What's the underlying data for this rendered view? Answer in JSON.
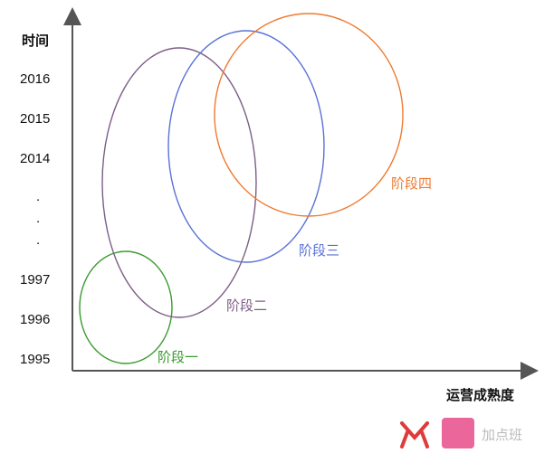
{
  "axes": {
    "y_title": "时间",
    "x_title": "运营成熟度",
    "y_ticks": [
      "2016",
      "2015",
      "2014",
      ".",
      ".",
      ".",
      "1997",
      "1996",
      "1995"
    ]
  },
  "stages": [
    {
      "label": "阶段一",
      "color": "#3a9a2e"
    },
    {
      "label": "阶段二",
      "color": "#7d5e86"
    },
    {
      "label": "阶段三",
      "color": "#5a72d6"
    },
    {
      "label": "阶段四",
      "color": "#ee7a30"
    }
  ],
  "watermark": {
    "logo_color_left": "#e03a3a",
    "logo_color_right": "#e84b8a",
    "text": "加点班"
  }
}
